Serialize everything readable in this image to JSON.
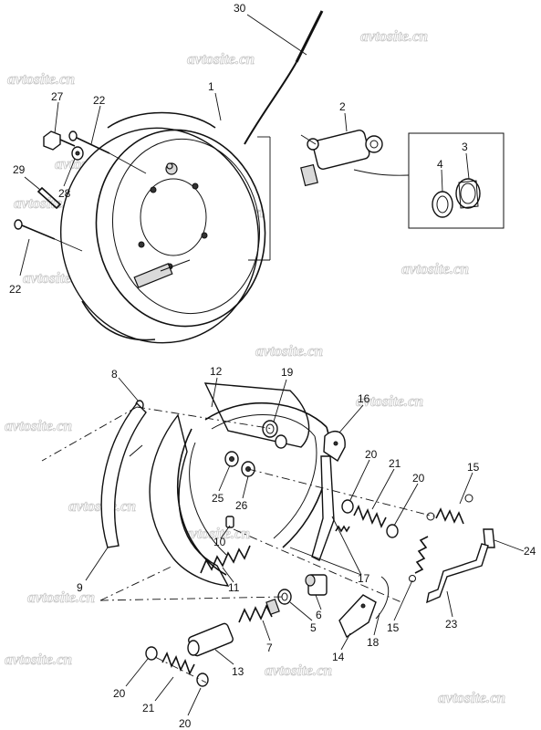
{
  "watermark": "avtosite.cn",
  "callouts": [
    {
      "id": "c30",
      "label": "30"
    },
    {
      "id": "c1",
      "label": "1"
    },
    {
      "id": "c2",
      "label": "2"
    },
    {
      "id": "c3",
      "label": "3"
    },
    {
      "id": "c4",
      "label": "4"
    },
    {
      "id": "c27",
      "label": "27"
    },
    {
      "id": "c22a",
      "label": "22"
    },
    {
      "id": "c22b",
      "label": "22"
    },
    {
      "id": "c28",
      "label": "28"
    },
    {
      "id": "c29",
      "label": "29"
    },
    {
      "id": "c8",
      "label": "8"
    },
    {
      "id": "c12",
      "label": "12"
    },
    {
      "id": "c19",
      "label": "19"
    },
    {
      "id": "c16",
      "label": "16"
    },
    {
      "id": "c9",
      "label": "9"
    },
    {
      "id": "c25",
      "label": "25"
    },
    {
      "id": "c26",
      "label": "26"
    },
    {
      "id": "c20a",
      "label": "20"
    },
    {
      "id": "c21a",
      "label": "21"
    },
    {
      "id": "c20b",
      "label": "20"
    },
    {
      "id": "c15a",
      "label": "15"
    },
    {
      "id": "c24",
      "label": "24"
    },
    {
      "id": "c10",
      "label": "10"
    },
    {
      "id": "c11",
      "label": "11"
    },
    {
      "id": "c17",
      "label": "17"
    },
    {
      "id": "c6",
      "label": "6"
    },
    {
      "id": "c5",
      "label": "5"
    },
    {
      "id": "c15b",
      "label": "15"
    },
    {
      "id": "c23",
      "label": "23"
    },
    {
      "id": "c7",
      "label": "7"
    },
    {
      "id": "c18",
      "label": "18"
    },
    {
      "id": "c14",
      "label": "14"
    },
    {
      "id": "c13",
      "label": "13"
    },
    {
      "id": "c20c",
      "label": "20"
    },
    {
      "id": "c21b",
      "label": "21"
    },
    {
      "id": "c20d",
      "label": "20"
    }
  ]
}
